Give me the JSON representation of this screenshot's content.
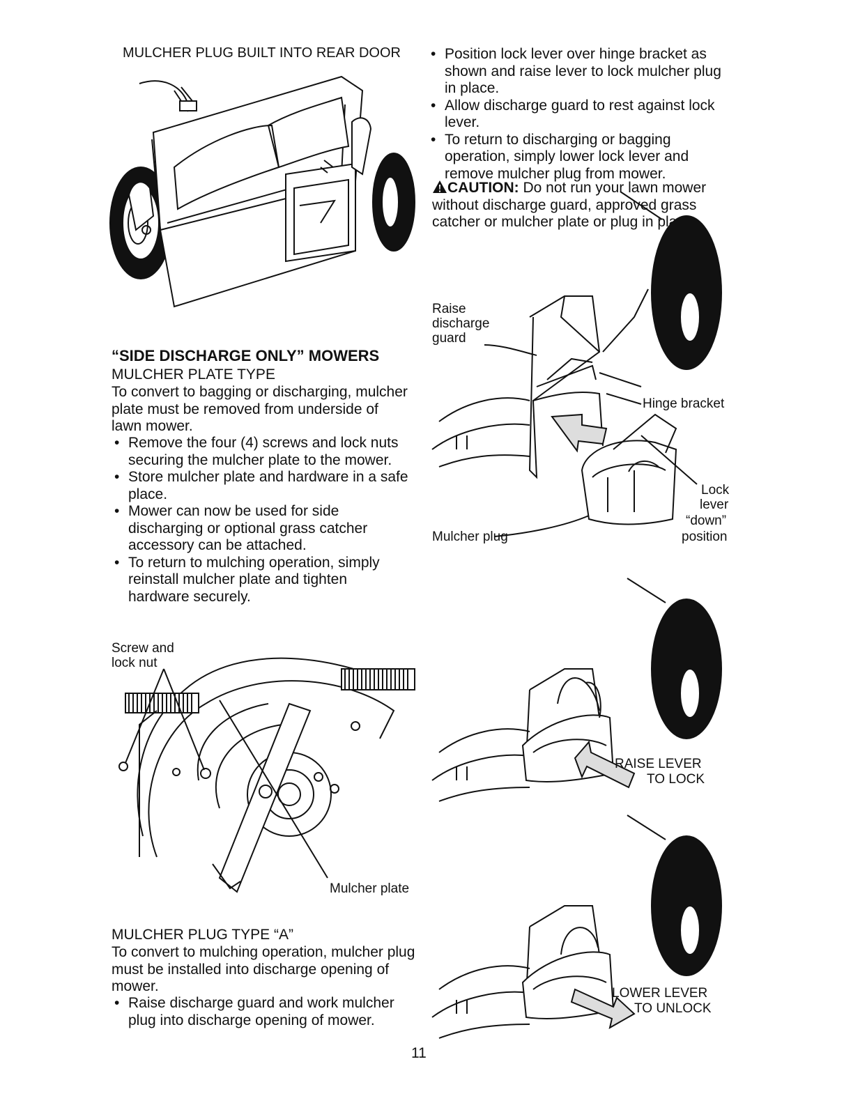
{
  "left_column": {
    "top_figure_title": "MULCHER PLUG BUILT INTO REAR DOOR",
    "section_heading": "“SIDE DISCHARGE ONLY” MOWERS",
    "subheading_plate": "MULCHER PLATE TYPE",
    "plate_intro": "To convert to bagging or discharging, mulcher plate must be removed from underside of lawn mower.",
    "plate_steps": [
      "Remove the four (4) screws and lock nuts securing the mulcher plate to the mower.",
      "Store mulcher plate and hardware in a safe place.",
      "Mower can now be used for side discharging or optional grass catcher accessory can be attached.",
      "To return to mulching operation, simply reinstall mulcher plate and tighten hardware securely."
    ],
    "plate_figure_labels": {
      "screw_line1": "Screw and",
      "screw_line2": "lock nut",
      "mulcher_plate": "Mulcher plate"
    },
    "subheading_plug": "MULCHER PLUG TYPE “A”",
    "plug_intro": "To convert to mulching operation, mulcher plug must be installed into discharge opening of mower.",
    "plug_steps": [
      "Raise discharge guard and work mulcher plug into discharge opening of mower."
    ]
  },
  "right_column": {
    "steps": [
      "Position lock lever over hinge bracket as shown and raise lever to lock mulcher plug in place.",
      "Allow discharge guard to rest against lock lever.",
      "To return to discharging or bagging operation, simply lower lock lever and remove mulcher plug from mower."
    ],
    "caution_label": "CAUTION:",
    "caution_text": "Do not run your lawn mower without discharge guard, approved grass catcher or mulcher plate or plug in place.",
    "figure1_labels": {
      "raise_line1": "Raise",
      "raise_line2": "discharge",
      "raise_line3": "guard",
      "hinge_bracket": "Hinge bracket",
      "lock_line1": "Lock",
      "lock_line2": "lever",
      "lock_line3": "“down”",
      "lock_line4": "position",
      "mulcher_plug": "Mulcher plug"
    },
    "figure2_labels": {
      "line1": "RAISE LEVER",
      "line2": "TO LOCK"
    },
    "figure3_labels": {
      "line1": "LOWER LEVER",
      "line2": "TO UNLOCK"
    }
  },
  "page_number": "11",
  "icons": [
    "warning-triangle-icon"
  ]
}
